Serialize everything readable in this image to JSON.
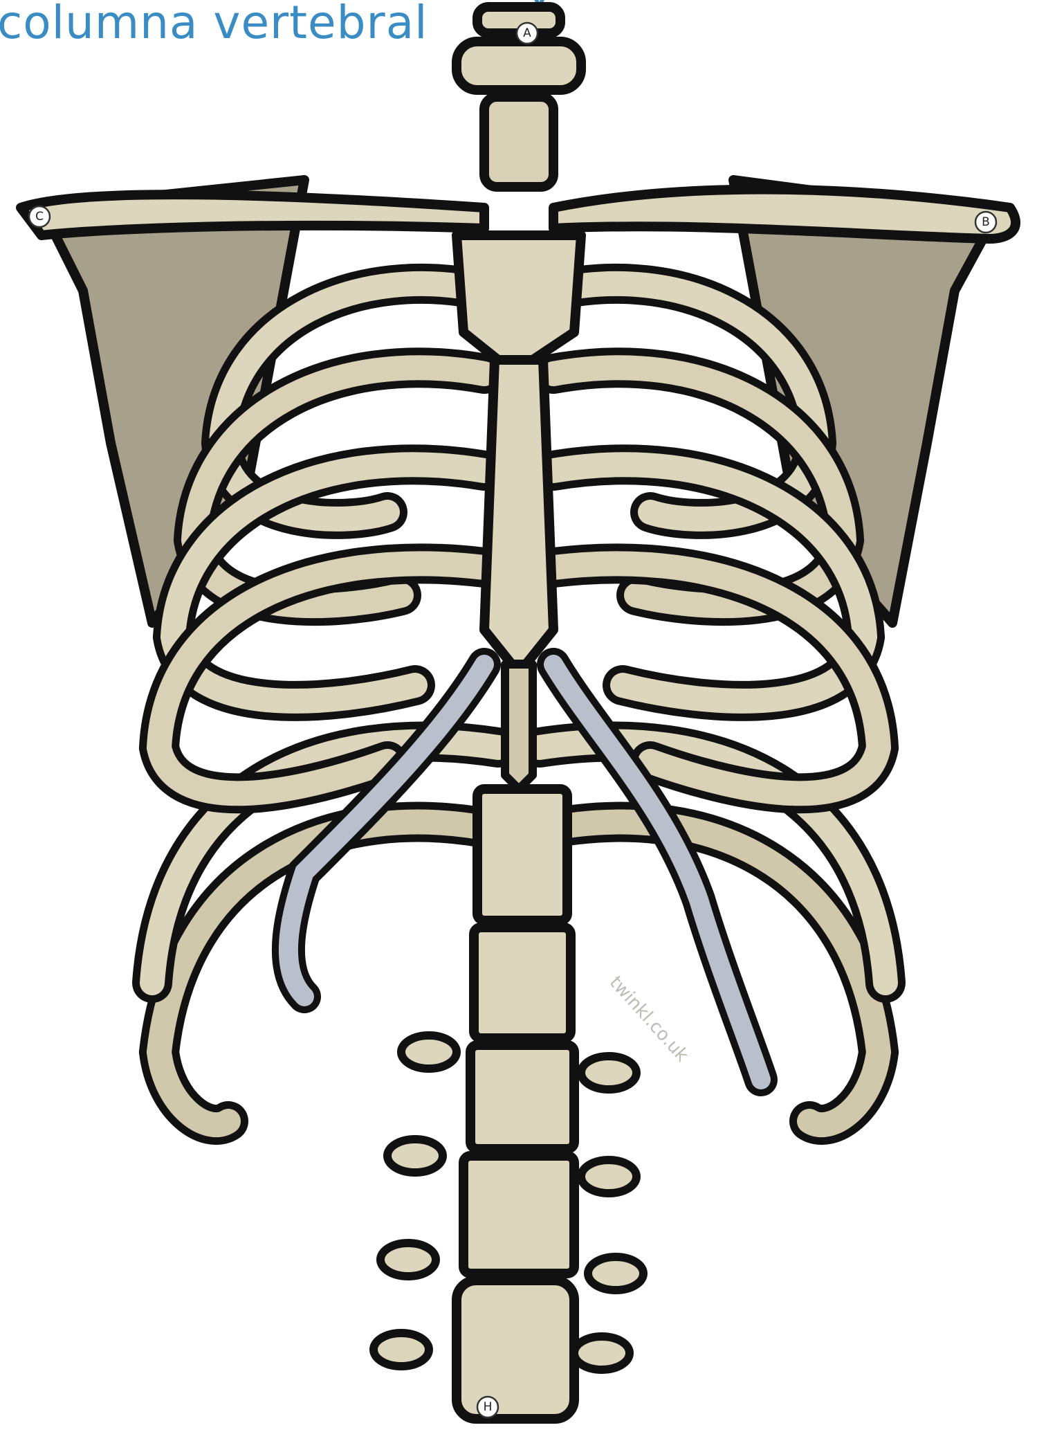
{
  "heading": {
    "line_top": "y",
    "line_2": "columna vertebral"
  },
  "markers": [
    "A",
    "B",
    "C",
    "H"
  ],
  "watermark": "twinkl.co.uk",
  "colors": {
    "heading": "#3a8cc4",
    "bone_light": "#dcd6bc",
    "bone_shadow": "#b3ad93",
    "bone_dark": "#a29d87",
    "cartilage": "#b9c0cb",
    "outline": "#111111"
  }
}
